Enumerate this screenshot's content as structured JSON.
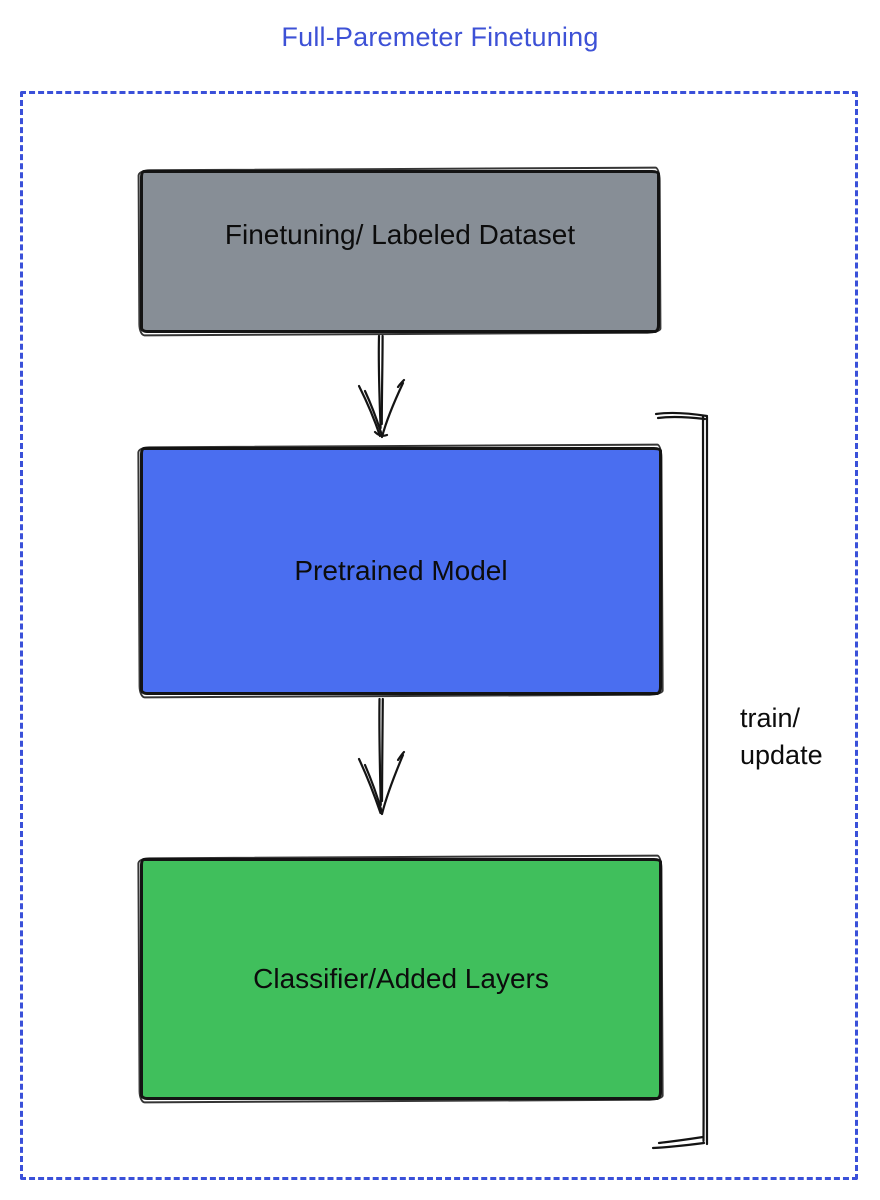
{
  "title": "Full-Paremeter Finetuning",
  "colors": {
    "title_blue": "#3D51D6",
    "boundary_blue": "#3A50D9",
    "node_gray": "#878E96",
    "node_blue": "#4A6EF0",
    "node_green": "#40BF5C",
    "ink": "#141414"
  },
  "diagram": {
    "type": "flowchart",
    "nodes": [
      {
        "id": "finetuning-dataset",
        "label": "Finetuning/ Labeled Dataset",
        "fill": "#878E96"
      },
      {
        "id": "pretrained-model",
        "label": "Pretrained Model",
        "fill": "#4A6EF0"
      },
      {
        "id": "classifier-added-layers",
        "label": "Classifier/Added Layers",
        "fill": "#40BF5C"
      }
    ],
    "edges": [
      {
        "from": "finetuning-dataset",
        "to": "pretrained-model",
        "style": "hand-drawn-arrow-down"
      },
      {
        "from": "pretrained-model",
        "to": "classifier-added-layers",
        "style": "hand-drawn-arrow-down"
      }
    ],
    "bracket": {
      "label_line1": "train/",
      "label_line2": "update"
    }
  }
}
